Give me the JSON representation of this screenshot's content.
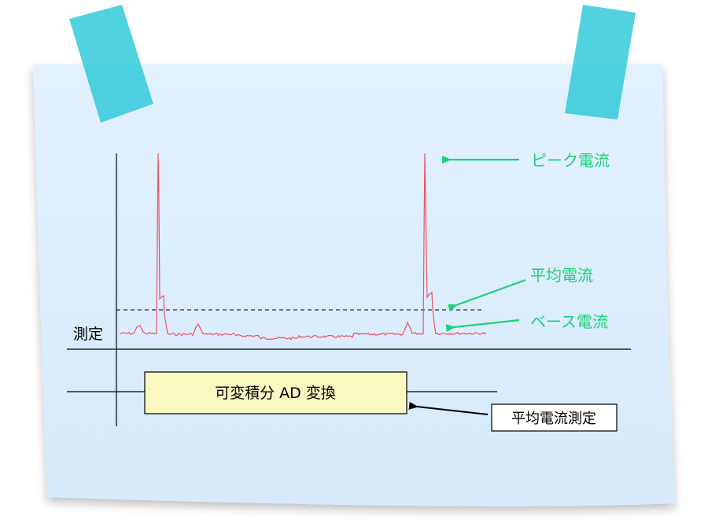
{
  "labels": {
    "peak_current": "ピーク電流",
    "average_current": "平均電流",
    "base_current": "ベース電流",
    "measure": "測定",
    "ad_conversion": "可変積分 AD 変換",
    "average_current_measurement": "平均電流測定"
  },
  "colors": {
    "paper": "#ddeefd",
    "tape": "#2bc8d8",
    "waveform": "#f05060",
    "annotation": "#1ed07a",
    "adc_box_fill": "#f8f8c0",
    "ink": "#000000"
  }
}
